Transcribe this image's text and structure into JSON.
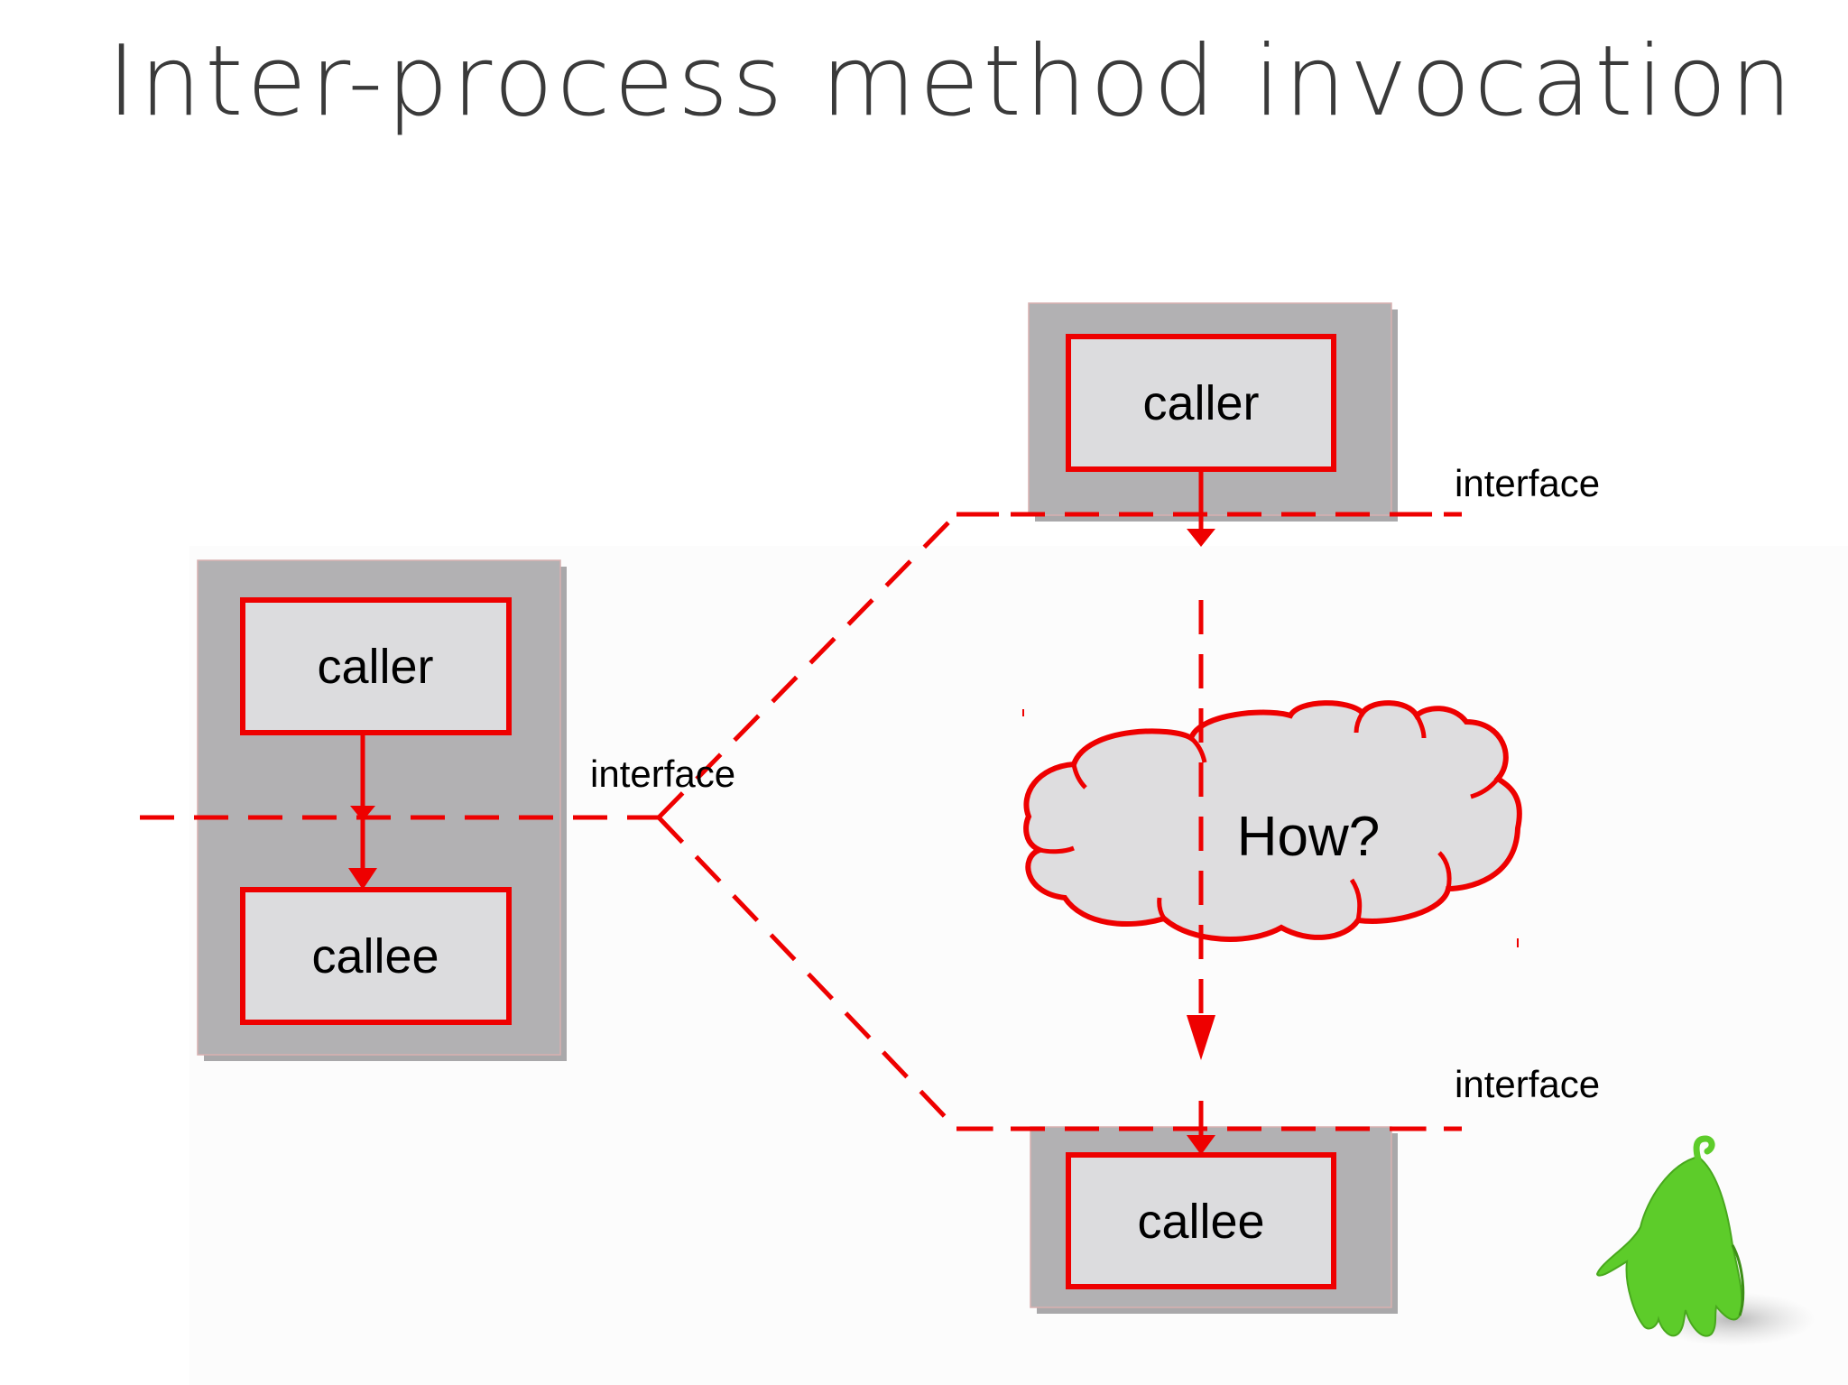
{
  "slide": {
    "title": "Inter-process method invocation"
  },
  "diagram": {
    "left_process": {
      "caller_label": "caller",
      "callee_label": "callee",
      "interface_label": "interface"
    },
    "right_top_process": {
      "caller_label": "caller",
      "interface_label": "interface"
    },
    "cloud": {
      "label": "How?"
    },
    "right_bottom_process": {
      "callee_label": "callee",
      "interface_label": "interface"
    }
  },
  "colors": {
    "accent_red": "#ee0000",
    "process_gray": "#b2b1b3",
    "box_fill": "#dcdcde",
    "mascot_green": "#5dcc2a"
  },
  "icons": {
    "mascot": "green-blob-mascot-icon"
  }
}
